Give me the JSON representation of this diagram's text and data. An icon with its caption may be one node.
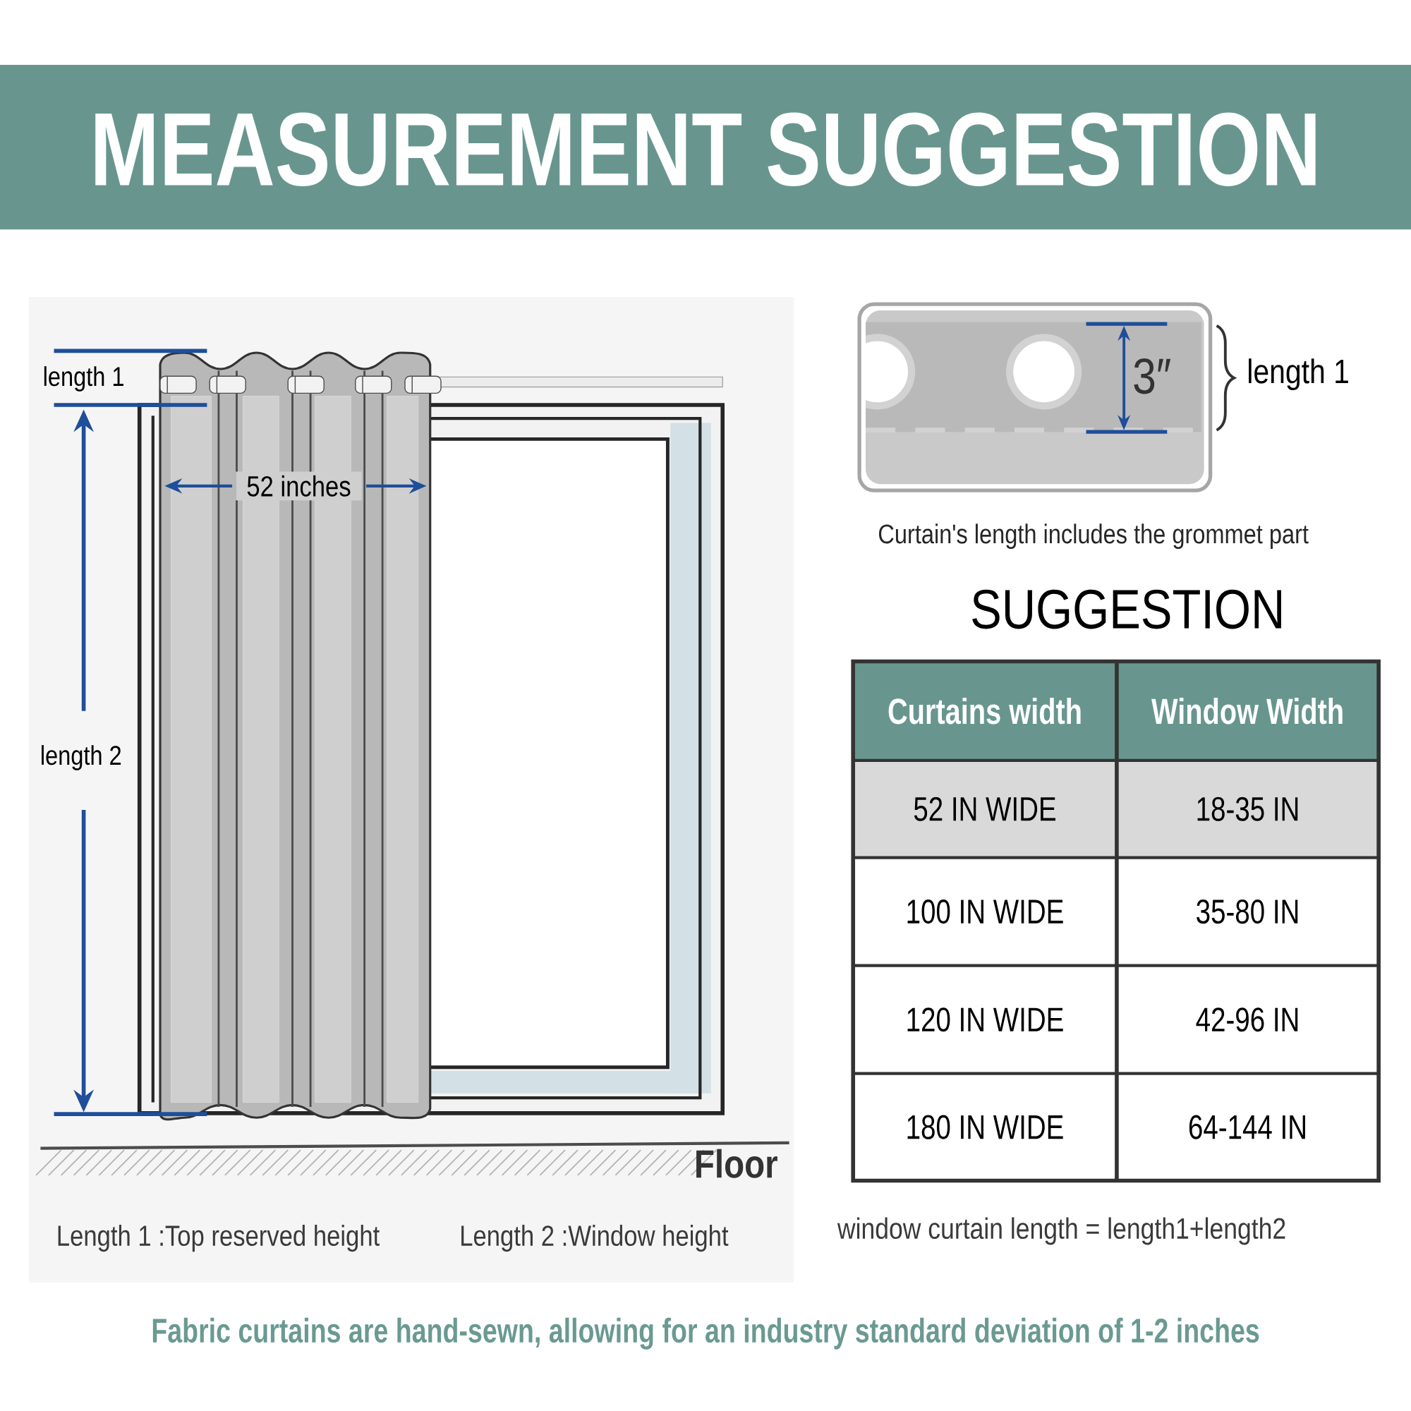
{
  "diagram": {
    "title": "MEASUREMENT SUGGESTION",
    "caption": "Fabric curtains are hand-sewn, allowing for an industry standard deviation of 1-2 inches",
    "labels": [
      "length 1",
      "52 inches",
      "length 2",
      "Floor",
      "Length 1 :Top reserved height",
      "Length 2 :Window height",
      "3″",
      "length 1",
      "Curtain's length includes the grommet part",
      "SUGGESTION",
      "Curtains width",
      "Window Width",
      "52 IN WIDE",
      "18-35 IN",
      "100 IN WIDE",
      "35-80 IN",
      "120 IN WIDE",
      "42-96 IN",
      "180 IN WIDE",
      "64-144 IN",
      "window curtain length = length1+length2"
    ]
  }
}
